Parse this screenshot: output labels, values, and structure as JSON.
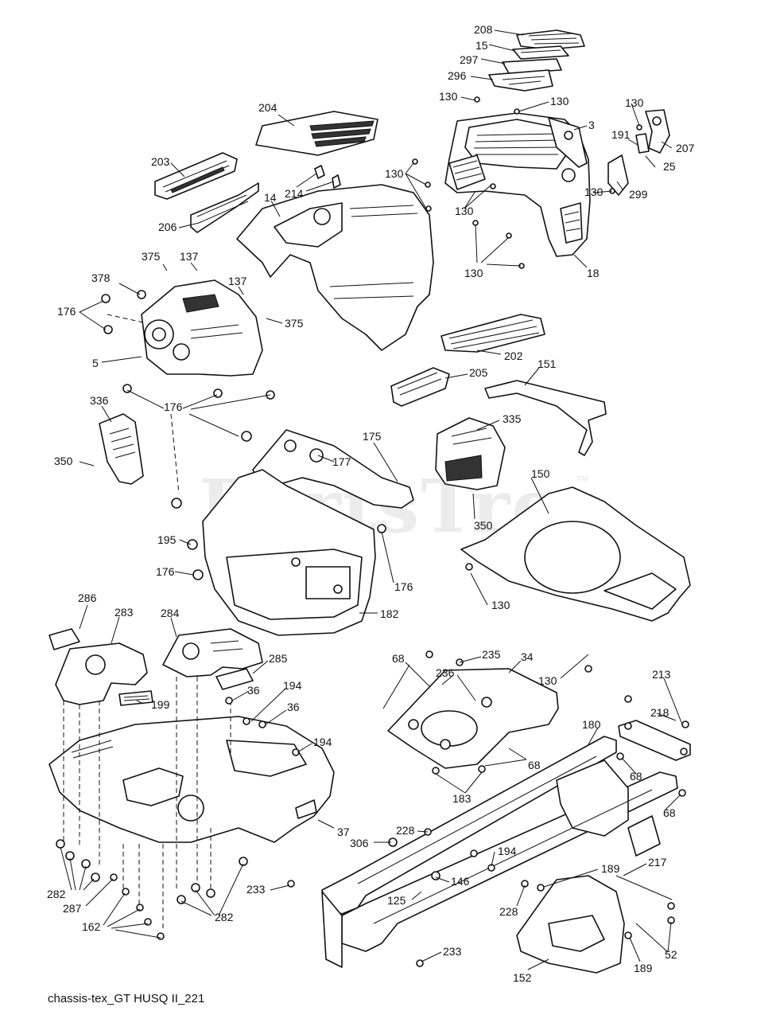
{
  "diagram": {
    "caption": "chassis-tex_GT HUSQ II_221",
    "watermark": "PartsTree",
    "watermark_tm": "TM",
    "callouts": [
      {
        "id": "c208",
        "text": "208"
      },
      {
        "id": "c15",
        "text": "15"
      },
      {
        "id": "c297",
        "text": "297"
      },
      {
        "id": "c296",
        "text": "296"
      },
      {
        "id": "c130a",
        "text": "130"
      },
      {
        "id": "c130b",
        "text": "130"
      },
      {
        "id": "c130c",
        "text": "130"
      },
      {
        "id": "c3",
        "text": "3"
      },
      {
        "id": "c191",
        "text": "191"
      },
      {
        "id": "c207",
        "text": "207"
      },
      {
        "id": "c25",
        "text": "25"
      },
      {
        "id": "c204",
        "text": "204"
      },
      {
        "id": "c130d",
        "text": "130"
      },
      {
        "id": "c203",
        "text": "203"
      },
      {
        "id": "c214",
        "text": "214"
      },
      {
        "id": "c130e",
        "text": "130"
      },
      {
        "id": "c130f",
        "text": "130"
      },
      {
        "id": "c299",
        "text": "299"
      },
      {
        "id": "c14",
        "text": "14"
      },
      {
        "id": "c206",
        "text": "206"
      },
      {
        "id": "c130g",
        "text": "130"
      },
      {
        "id": "c18",
        "text": "18"
      },
      {
        "id": "c375a",
        "text": "375"
      },
      {
        "id": "c137a",
        "text": "137"
      },
      {
        "id": "c378",
        "text": "378"
      },
      {
        "id": "c137b",
        "text": "137"
      },
      {
        "id": "c176a",
        "text": "176"
      },
      {
        "id": "c375b",
        "text": "375"
      },
      {
        "id": "c5",
        "text": "5"
      },
      {
        "id": "c202",
        "text": "202"
      },
      {
        "id": "c205",
        "text": "205"
      },
      {
        "id": "c151",
        "text": "151"
      },
      {
        "id": "c336",
        "text": "336"
      },
      {
        "id": "c176b",
        "text": "176"
      },
      {
        "id": "c335",
        "text": "335"
      },
      {
        "id": "c175",
        "text": "175"
      },
      {
        "id": "c350a",
        "text": "350"
      },
      {
        "id": "c177",
        "text": "177"
      },
      {
        "id": "c150",
        "text": "150"
      },
      {
        "id": "c350b",
        "text": "350"
      },
      {
        "id": "c195",
        "text": "195"
      },
      {
        "id": "c176c",
        "text": "176"
      },
      {
        "id": "c176d",
        "text": "176"
      },
      {
        "id": "c130h",
        "text": "130"
      },
      {
        "id": "c182",
        "text": "182"
      },
      {
        "id": "c286",
        "text": "286"
      },
      {
        "id": "c283",
        "text": "283"
      },
      {
        "id": "c284",
        "text": "284"
      },
      {
        "id": "c68a",
        "text": "68"
      },
      {
        "id": "c235",
        "text": "235"
      },
      {
        "id": "c34",
        "text": "34"
      },
      {
        "id": "c130i",
        "text": "130"
      },
      {
        "id": "c285",
        "text": "285"
      },
      {
        "id": "c236",
        "text": "236"
      },
      {
        "id": "c213",
        "text": "213"
      },
      {
        "id": "c36a",
        "text": "36"
      },
      {
        "id": "c194a",
        "text": "194"
      },
      {
        "id": "c199",
        "text": "199"
      },
      {
        "id": "c36b",
        "text": "36"
      },
      {
        "id": "c218",
        "text": "218"
      },
      {
        "id": "c180",
        "text": "180"
      },
      {
        "id": "c194b",
        "text": "194"
      },
      {
        "id": "c68b",
        "text": "68"
      },
      {
        "id": "c68c",
        "text": "68"
      },
      {
        "id": "c183",
        "text": "183"
      },
      {
        "id": "c68d",
        "text": "68"
      },
      {
        "id": "c37",
        "text": "37"
      },
      {
        "id": "c228a",
        "text": "228"
      },
      {
        "id": "c306",
        "text": "306"
      },
      {
        "id": "c194c",
        "text": "194"
      },
      {
        "id": "c217",
        "text": "217"
      },
      {
        "id": "c189a",
        "text": "189"
      },
      {
        "id": "c282a",
        "text": "282"
      },
      {
        "id": "c287",
        "text": "287"
      },
      {
        "id": "c233a",
        "text": "233"
      },
      {
        "id": "c146",
        "text": "146"
      },
      {
        "id": "c125",
        "text": "125"
      },
      {
        "id": "c228b",
        "text": "228"
      },
      {
        "id": "c162",
        "text": "162"
      },
      {
        "id": "c282b",
        "text": "282"
      },
      {
        "id": "c52",
        "text": "52"
      },
      {
        "id": "c233b",
        "text": "233"
      },
      {
        "id": "c189b",
        "text": "189"
      },
      {
        "id": "c152",
        "text": "152"
      }
    ]
  }
}
